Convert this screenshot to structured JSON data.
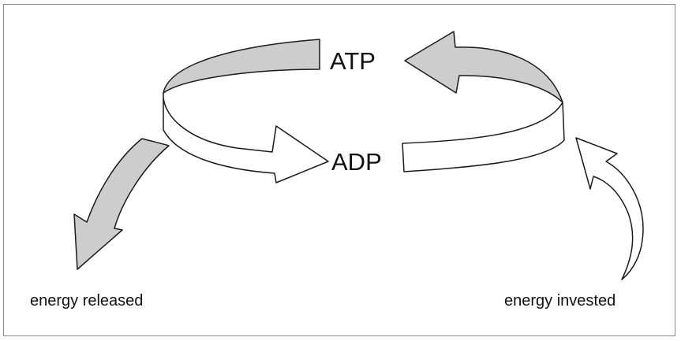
{
  "diagram": {
    "top_label": "ATP",
    "bottom_label": "ADP",
    "left_output_label": "energy released",
    "right_input_label": "energy invested"
  },
  "colors": {
    "arrow_fill_gray": "#cdcdcd",
    "arrow_fill_white": "#ffffff",
    "stroke": "#1a1a1a",
    "frame_border": "#8a8a8a"
  },
  "icons": {
    "cycle_arrow_top": "curved-arrow-left-icon",
    "cycle_arrow_bottom": "curved-arrow-right-icon",
    "released_arrow": "curved-arrow-down-icon",
    "invested_arrow": "curved-arrow-up-icon"
  }
}
